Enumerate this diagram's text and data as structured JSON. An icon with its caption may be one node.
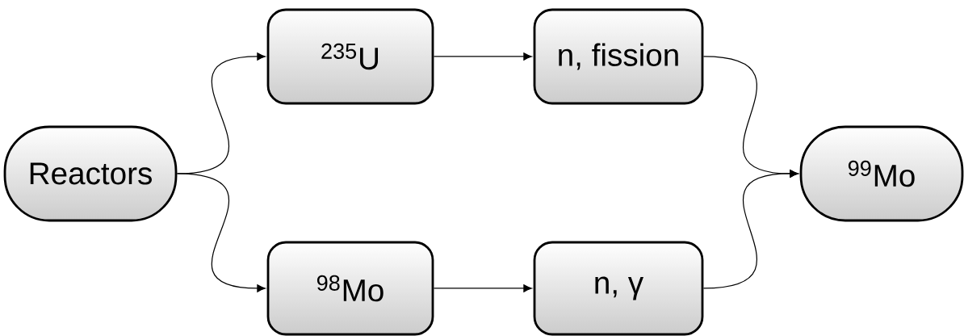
{
  "diagram": {
    "nodes": [
      {
        "text": [
          "Reactors"
        ]
      },
      {
        "text": [
          "$^{235}$U"
        ]
      },
      {
        "text": [
          "n, fission"
        ]
      },
      {
        "text": [
          "$^{98}$Mo"
        ]
      },
      {
        "text": [
          "n, γ"
        ]
      },
      {
        "text": [
          "$^{99}$Mo"
        ]
      }
    ],
    "edges": [
      {
        "from": 0,
        "to": 1,
        "arrow": "to"
      },
      {
        "from": 1,
        "to": 2,
        "arrow": "to"
      },
      {
        "from": 2,
        "to": 5,
        "arrow": "to"
      },
      {
        "from": 0,
        "to": 3,
        "arrow": "to"
      },
      {
        "from": 3,
        "to": 4,
        "arrow": "to"
      },
      {
        "from": 4,
        "to": 5,
        "arrow": "to"
      }
    ]
  }
}
